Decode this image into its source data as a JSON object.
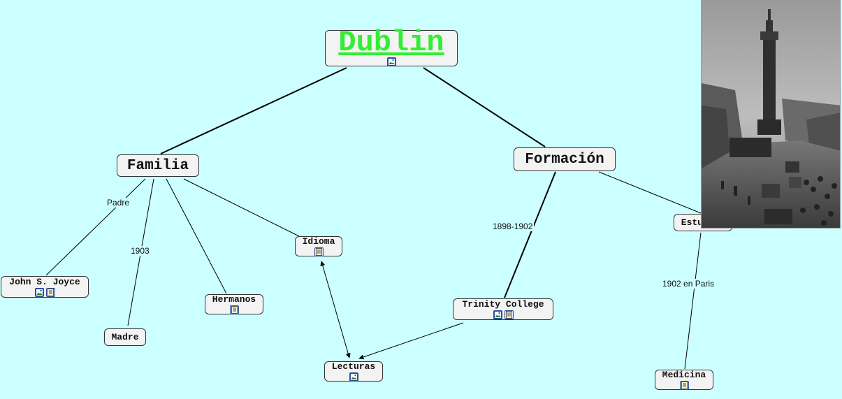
{
  "nodes": {
    "dublin": {
      "label": "Dublin",
      "color": "#33ee33"
    },
    "familia": {
      "label": "Familia"
    },
    "formacion": {
      "label": "Formación"
    },
    "john_joyce": {
      "label": "John S. Joyce"
    },
    "madre": {
      "label": "Madre"
    },
    "hermanos": {
      "label": "Hermanos"
    },
    "idioma": {
      "label": "Idioma"
    },
    "lecturas": {
      "label": "Lecturas"
    },
    "trinity": {
      "label": "Trinity College"
    },
    "estudios": {
      "label": "Estudios"
    },
    "medicina": {
      "label": "Medicina"
    }
  },
  "edge_labels": {
    "padre": "Padre",
    "anio_1903": "1903",
    "periodo_trinity": "1898-1902",
    "paris": "1902 en Paris"
  },
  "photo": {
    "subject": "Nelson's Pillar street scene (Dublin)",
    "style": "black-and-white photograph"
  },
  "colors": {
    "background": "#ccffff",
    "node_fill": "#f3f3f3",
    "title": "#33ee33"
  }
}
